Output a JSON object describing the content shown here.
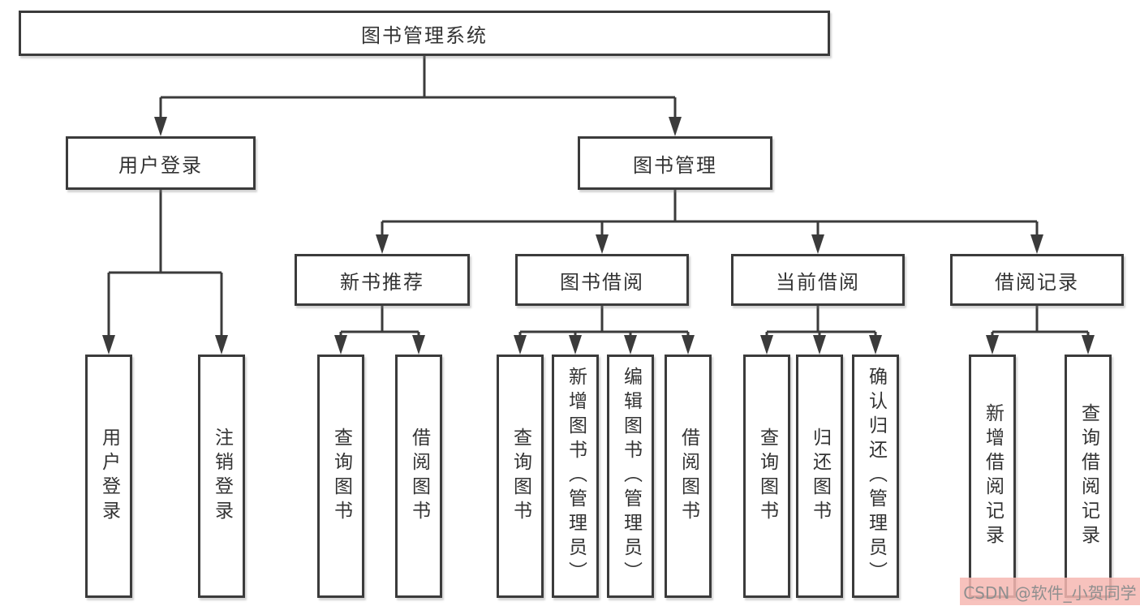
{
  "diagram_title": "图书管理系统",
  "tree": {
    "label": "图书管理系统",
    "children": [
      {
        "label": "用户登录",
        "children": [
          {
            "label": "用户登录"
          },
          {
            "label": "注销登录"
          }
        ]
      },
      {
        "label": "图书管理",
        "children": [
          {
            "label": "新书推荐",
            "children": [
              {
                "label": "查询图书"
              },
              {
                "label": "借阅图书"
              }
            ]
          },
          {
            "label": "图书借阅",
            "children": [
              {
                "label": "查询图书"
              },
              {
                "label": "新增图书（管理员）"
              },
              {
                "label": "编辑图书（管理员）"
              },
              {
                "label": "借阅图书"
              }
            ]
          },
          {
            "label": "当前借阅",
            "children": [
              {
                "label": "查询图书"
              },
              {
                "label": "归还图书"
              },
              {
                "label": "确认归还（管理员）"
              }
            ]
          },
          {
            "label": "借阅记录",
            "children": [
              {
                "label": "新增借阅记录"
              },
              {
                "label": "查询借阅记录"
              }
            ]
          }
        ]
      }
    ]
  },
  "watermark": {
    "text": "CSDN @软件_小贺同学"
  },
  "colors": {
    "line": "#3b3b3b",
    "box_border": "#3b3b3b",
    "text": "#333333",
    "background": "#ffffff",
    "watermark_bg": "#f6b7b2",
    "watermark_text": "#8f8f8f"
  }
}
